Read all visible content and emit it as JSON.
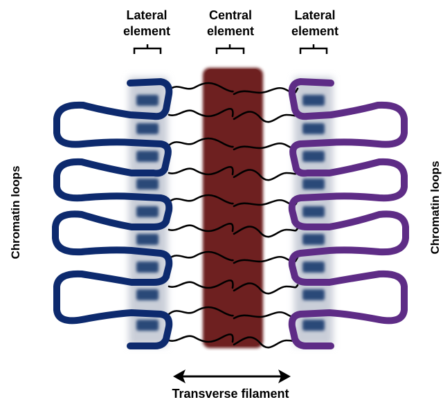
{
  "labels": {
    "lateral_left": [
      "Lateral",
      "element"
    ],
    "central": [
      "Central",
      "element"
    ],
    "lateral_right": [
      "Lateral",
      "element"
    ],
    "chromatin_left": "Chromatin loops",
    "chromatin_right": "Chromatin loops",
    "transverse": "Transverse filament"
  },
  "colors": {
    "left_loops": "#0d2a6e",
    "right_loops": "#5e2c86",
    "central_element": "#6b1f1f",
    "lateral_beads": "#2b4a78",
    "filaments": "#000000"
  }
}
